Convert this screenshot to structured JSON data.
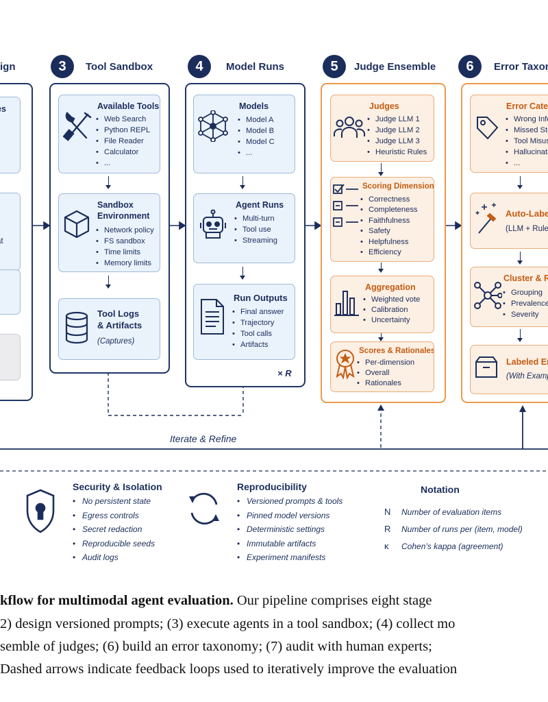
{
  "stages": {
    "s2": {
      "title_fragment": "ign"
    },
    "s3": {
      "number": "3",
      "title": "Tool Sandbox"
    },
    "s4": {
      "number": "4",
      "title": "Model Runs"
    },
    "s5": {
      "number": "5",
      "title": "Judge Ensemble"
    },
    "s6": {
      "number": "6",
      "title": "Error Taxono"
    }
  },
  "col2": {
    "card1_fragment": "es",
    "card2_fragment": "at"
  },
  "col3": {
    "tools": {
      "title": "Available Tools",
      "items": [
        "Web Search",
        "Python REPL",
        "File Reader",
        "Calculator",
        "..."
      ]
    },
    "sandbox": {
      "title_line1": "Sandbox",
      "title_line2": "Environment",
      "items": [
        "Network policy",
        "FS sandbox",
        "Time limits",
        "Memory limits"
      ]
    },
    "logs": {
      "title_line1": "Tool Logs",
      "title_line2": "& Artifacts",
      "subtitle": "(Captures)"
    }
  },
  "col4": {
    "models": {
      "title": "Models",
      "items": [
        "Model A",
        "Model B",
        "Model C",
        "..."
      ]
    },
    "agent_runs": {
      "title": "Agent Runs",
      "items": [
        "Multi-turn",
        "Tool use",
        "Streaming"
      ]
    },
    "outputs": {
      "title": "Run Outputs",
      "items": [
        "Final answer",
        "Trajectory",
        "Tool calls",
        "Artifacts"
      ]
    },
    "multiplier": "× R"
  },
  "col5": {
    "judges": {
      "title": "Judges",
      "items": [
        "Judge LLM 1",
        "Judge LLM 2",
        "Judge LLM 3",
        "Heuristic Rules"
      ]
    },
    "scoring": {
      "title": "Scoring Dimensions",
      "items": [
        "Correctness",
        "Completeness",
        "Faithfulness",
        "Safety",
        "Helpfulness",
        "Efficiency"
      ]
    },
    "aggregation": {
      "title": "Aggregation",
      "items": [
        "Weighted vote",
        "Calibration",
        "Uncertainty"
      ]
    },
    "scores": {
      "title": "Scores & Rationales",
      "items": [
        "Per-dimension",
        "Overall",
        "Rationales"
      ]
    }
  },
  "col6": {
    "categories": {
      "title": "Error Categ",
      "items": [
        "Wrong Info",
        "Missed Ste",
        "Tool Misus",
        "Hallucinati",
        "..."
      ]
    },
    "autolabel": {
      "title": "Auto-Labeli",
      "subtitle": "(LLM + Rules"
    },
    "cluster": {
      "title": "Cluster & Re",
      "items": [
        "Grouping",
        "Prevalence",
        "Severity"
      ]
    },
    "labeled": {
      "title": "Labeled Err",
      "subtitle": "(With Examp"
    }
  },
  "loop_label": "Iterate & Refine",
  "security": {
    "title": "Security & Isolation",
    "items": [
      "No persistent state",
      "Egress controls",
      "Secret redaction",
      "Reproducible seeds",
      "Audit logs"
    ]
  },
  "reproducibility": {
    "title": "Reproducibility",
    "items": [
      "Versioned prompts & tools",
      "Pinned model versions",
      "Deterministic settings",
      "Immutable artifacts",
      "Experiment manifests"
    ]
  },
  "notation": {
    "title": "Notation",
    "rows": [
      {
        "symbol": "N",
        "desc": "Number of evaluation items"
      },
      {
        "symbol": "R",
        "desc": "Number of runs per (item, model)"
      },
      {
        "symbol": "κ",
        "desc": "Cohen’s kappa (agreement)"
      }
    ]
  },
  "caption": {
    "line1_bold": "kflow for multimodal agent evaluation.",
    "line1_rest": " Our pipeline comprises eight stage",
    "line2": "2) design versioned prompts; (3) execute agents in a tool sandbox; (4) collect mo",
    "line3": "semble of judges; (6) build an error taxonomy; (7) audit with human experts;",
    "line4": "Dashed arrows indicate feedback loops used to iteratively improve the evaluation"
  }
}
